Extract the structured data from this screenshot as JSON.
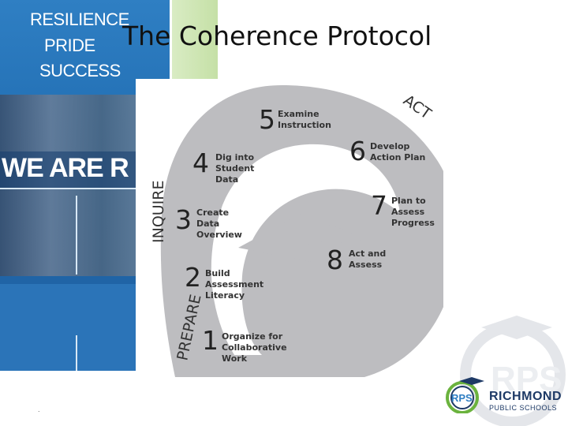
{
  "slide": {
    "title": "The Coherence Protocol",
    "footer_mark": "."
  },
  "sidebar": {
    "tagline": [
      "RESILIENCE",
      "PRIDE",
      "SUCCESS"
    ],
    "banner": "WE ARE R"
  },
  "diagram": {
    "phases": {
      "prepare": "PREPARE",
      "inquire": "INQUIRE",
      "act": "ACT"
    },
    "steps": [
      {
        "num": "1",
        "lines": [
          "Organize for",
          "Collaborative",
          "Work"
        ]
      },
      {
        "num": "2",
        "lines": [
          "Build",
          "Assessment",
          "Literacy"
        ]
      },
      {
        "num": "3",
        "lines": [
          "Create",
          "Data",
          "Overview"
        ]
      },
      {
        "num": "4",
        "lines": [
          "Dig into",
          "Student",
          "Data"
        ]
      },
      {
        "num": "5",
        "lines": [
          "Examine",
          "Instruction"
        ]
      },
      {
        "num": "6",
        "lines": [
          "Develop",
          "Action Plan"
        ]
      },
      {
        "num": "7",
        "lines": [
          "Plan to",
          "Assess",
          "Progress"
        ]
      },
      {
        "num": "8",
        "lines": [
          "Act and",
          "Assess"
        ]
      }
    ],
    "colors": {
      "spiral": "#bdbdc0",
      "text": "#333333"
    }
  },
  "logo": {
    "badge": "RPS",
    "name": "RICHMOND",
    "sub": "PUBLIC SCHOOLS",
    "watermark": "RPS",
    "colors": {
      "navy": "#1e3a66",
      "green": "#6bb33e",
      "blue": "#2f7fc3"
    }
  }
}
